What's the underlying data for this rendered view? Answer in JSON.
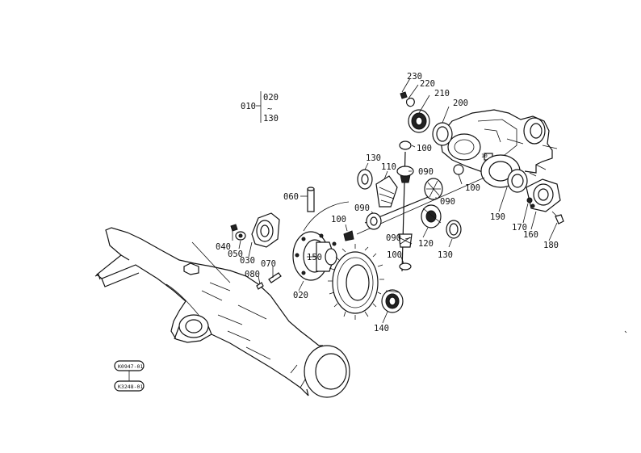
{
  "reference": {
    "index": "010",
    "range_start": "020",
    "range_end": "130"
  },
  "callouts": [
    {
      "id": "callout-230",
      "label": "230"
    },
    {
      "id": "callout-220",
      "label": "220"
    },
    {
      "id": "callout-210",
      "label": "210"
    },
    {
      "id": "callout-200",
      "label": "200"
    },
    {
      "id": "callout-100-a",
      "label": "100"
    },
    {
      "id": "callout-130-a",
      "label": "130"
    },
    {
      "id": "callout-110",
      "label": "110"
    },
    {
      "id": "callout-090-a",
      "label": "090"
    },
    {
      "id": "callout-100-b",
      "label": "100"
    },
    {
      "id": "callout-090-b",
      "label": "090"
    },
    {
      "id": "callout-060",
      "label": "060"
    },
    {
      "id": "callout-090-c",
      "label": "090"
    },
    {
      "id": "callout-100-c",
      "label": "100"
    },
    {
      "id": "callout-090-d",
      "label": "090"
    },
    {
      "id": "callout-120",
      "label": "120"
    },
    {
      "id": "callout-130-b",
      "label": "130"
    },
    {
      "id": "callout-040",
      "label": "040"
    },
    {
      "id": "callout-050",
      "label": "050"
    },
    {
      "id": "callout-030",
      "label": "030"
    },
    {
      "id": "callout-150",
      "label": "150"
    },
    {
      "id": "callout-020",
      "label": "020"
    },
    {
      "id": "callout-070",
      "label": "070"
    },
    {
      "id": "callout-080",
      "label": "080"
    },
    {
      "id": "callout-100-d",
      "label": "100"
    },
    {
      "id": "callout-140",
      "label": "140"
    },
    {
      "id": "callout-190",
      "label": "190"
    },
    {
      "id": "callout-170",
      "label": "170"
    },
    {
      "id": "callout-160",
      "label": "160"
    },
    {
      "id": "callout-180",
      "label": "180"
    }
  ],
  "stamps": {
    "top": "K0947-01",
    "bottom": "K3248-01"
  }
}
